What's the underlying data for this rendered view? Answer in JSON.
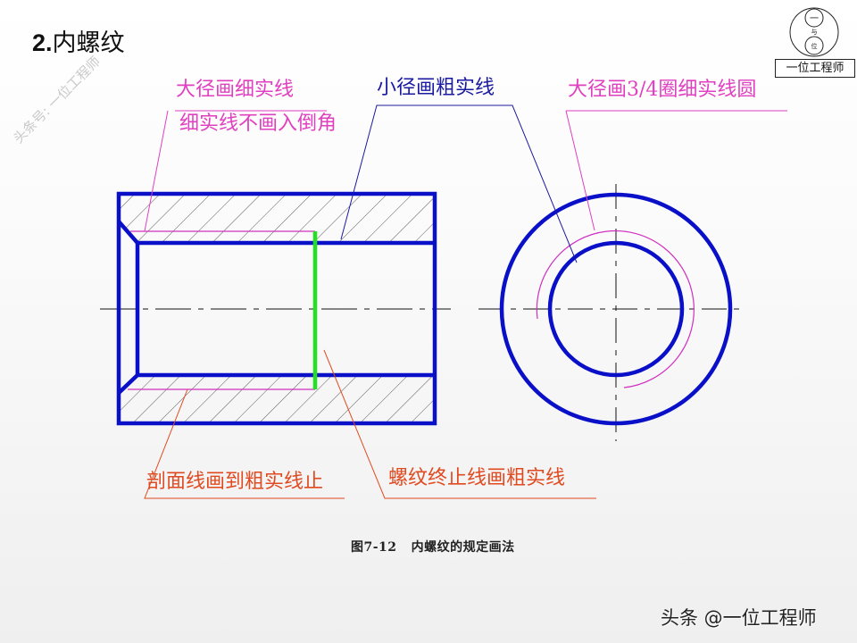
{
  "slide": {
    "title_number": "2.",
    "title_text": "内螺纹",
    "watermark": "头条号: 一位工程师",
    "caption": "图7-12   内螺纹的规定画法",
    "footer": "头条 @一位工程师"
  },
  "logo": {
    "top_char": "一",
    "middle_char": "与",
    "bottom_char": "位",
    "name": "一位工程师"
  },
  "annotations": {
    "major_dia_thin": {
      "text": "大径画细实线",
      "color": "#e040c0"
    },
    "thin_no_chamfer": {
      "text": "细实线不画入倒角",
      "color": "#e040c0"
    },
    "minor_dia_thick": {
      "text": "小径画粗实线",
      "color": "#1a1aa0"
    },
    "major_dia_circle": {
      "text": "大径画3/4圈细实线圆",
      "color": "#e040c0"
    },
    "hatch_to_thick": {
      "text": "剖面线画到粗实线止",
      "color": "#e04a20"
    },
    "thread_end_thick": {
      "text": "螺纹终止线画粗实线",
      "color": "#e04a20"
    }
  },
  "colors": {
    "outline": "#0a10c8",
    "thread_end": "#22e022",
    "thin_line": "#d030c0",
    "hatch": "#333333",
    "centerline": "#111111"
  }
}
